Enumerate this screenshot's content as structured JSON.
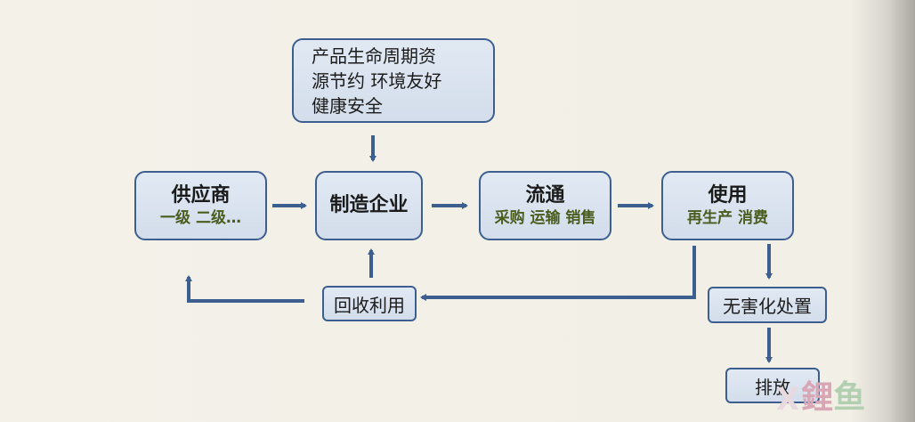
{
  "requirements": {
    "lines": [
      "产品生命周期资",
      "源节约 环境友好",
      "健康安全"
    ]
  },
  "supplier": {
    "title": "供应商",
    "sub": "一级 二级…"
  },
  "manufacturer": {
    "title": "制造企业"
  },
  "circulation": {
    "title": "流通",
    "sub": "采购 运输 销售"
  },
  "usage": {
    "title": "使用",
    "sub": "再生产 消费"
  },
  "recycle": {
    "label": "回收利用"
  },
  "disposal": {
    "label": "无害化处置"
  },
  "emission": {
    "label": "排放"
  },
  "watermark": {
    "chars": [
      "X",
      "鋰",
      "鱼"
    ]
  },
  "colors": {
    "box_fill": "#dbe4f0",
    "box_border": "#3d5f90",
    "arrow": "#3d5f90",
    "sub_text": "#4a5d1e"
  }
}
